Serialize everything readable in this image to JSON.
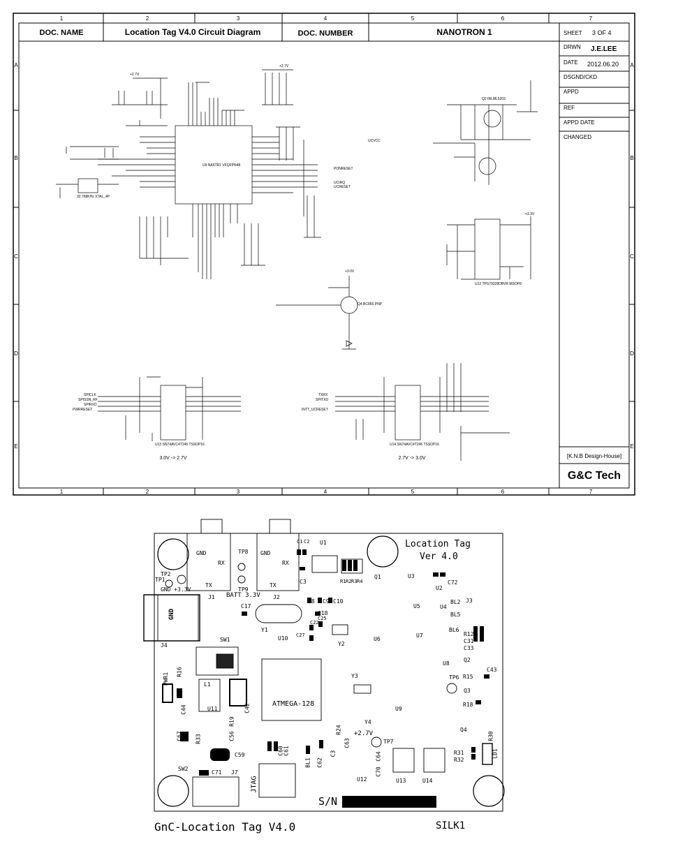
{
  "schematic": {
    "doc_name_label": "DOC. NAME",
    "doc_name": "Location Tag V4.0 Circuit Diagram",
    "doc_number_label": "DOC. NUMBER",
    "doc_number": "NANOTRON 1",
    "sheet_label": "SHEET",
    "sheet_value": "3 OF 4",
    "drwn_label": "DRWN",
    "drwn_value": "J.E.LEE",
    "date_label": "DATE",
    "date_value": "2012.06.20",
    "side_labels": [
      "DSGND/CKD",
      "APPD",
      "REF",
      "APPD DATE",
      "CHANGED"
    ],
    "design_house": "[K.N.B Design-House]",
    "company": "G&C Tech",
    "col_numbers": [
      "1",
      "2",
      "3",
      "4",
      "5",
      "6",
      "7"
    ],
    "row_letters": [
      "A",
      "B",
      "C",
      "D",
      "E"
    ],
    "level_shifter_left": "3.0V -> 2.7V",
    "level_shifter_right": "2.7V -> 3.0V",
    "net_labels": {
      "porreset": "PONRESET",
      "ucirq": "UCIRQ",
      "ucreset": "UCRESET",
      "ucvcc": "UCVCC",
      "spiclk": "SPICLK",
      "spissn": "SPISSN_RF",
      "spirxd": "SPIRXD",
      "pwrreset": "PWRRESET",
      "txrx": "TXRX",
      "spitxd": "SPITXD",
      "intt": "INTT_UCRESET",
      "v27": "+2.7V",
      "v30": "+3.0V",
      "v33": "+3.3V"
    },
    "chips": {
      "u9": "U9 NA5TR1 VFQFPN48",
      "u13": "U13 SN74AVC4T245 TSSOP16",
      "u14": "U14 SN74AVC4T245 TSSOP16",
      "u12": "U12 TPS79328DBVR MSOP8",
      "q2": "Q2 IRLML5203",
      "q1": "Q4 BC855 PNP",
      "y": "32.768KHz XTAL_4P"
    }
  },
  "silkscreen": {
    "title_line1": "Location Tag",
    "title_line2": "Ver 4.0",
    "footer_left": "GnC-Location Tag V4.0",
    "footer_right": "SILK1",
    "sn_label": "S/N",
    "mcu_label": "ATMEGA-128",
    "jtag_label": "JTAG",
    "batt_label": "BATT 3.3V",
    "gnd_33_label": "GND +3.3V",
    "v27_label": "+2.7V",
    "refs": [
      "GND",
      "RX",
      "TX",
      "TP8",
      "GND",
      "RX",
      "TX",
      "U1",
      "C1",
      "C2",
      "C3",
      "R1",
      "R2",
      "R3",
      "R4",
      "J1",
      "J2",
      "TP9",
      "TP1",
      "TP2",
      "C8",
      "C9",
      "C10",
      "Q1",
      "U3",
      "C72",
      "U2",
      "J3",
      "U4",
      "U5",
      "BL2",
      "BL5",
      "BL6",
      "C17",
      "C18",
      "Y1",
      "GND",
      "J4",
      "C22",
      "C25",
      "C27",
      "Y2",
      "U10",
      "U6",
      "U7",
      "SW1",
      "R12",
      "C31",
      "C33",
      "Q2",
      "U8",
      "R15",
      "C43",
      "TP6",
      "Q3",
      "Y3",
      "PWR1",
      "R16",
      "L1",
      "C42",
      "C44",
      "U11",
      "R19",
      "R18",
      "C56",
      "U9",
      "Y4",
      "R24",
      "C63",
      "TP7",
      "Q4",
      "R30",
      "C67",
      "R33",
      "C59",
      "C60",
      "C61",
      "C64",
      "C62",
      "BL1",
      "C3",
      "C70",
      "R31",
      "R32",
      "LD1",
      "SW2",
      "C71",
      "J7",
      "U12",
      "U13",
      "U14"
    ]
  }
}
